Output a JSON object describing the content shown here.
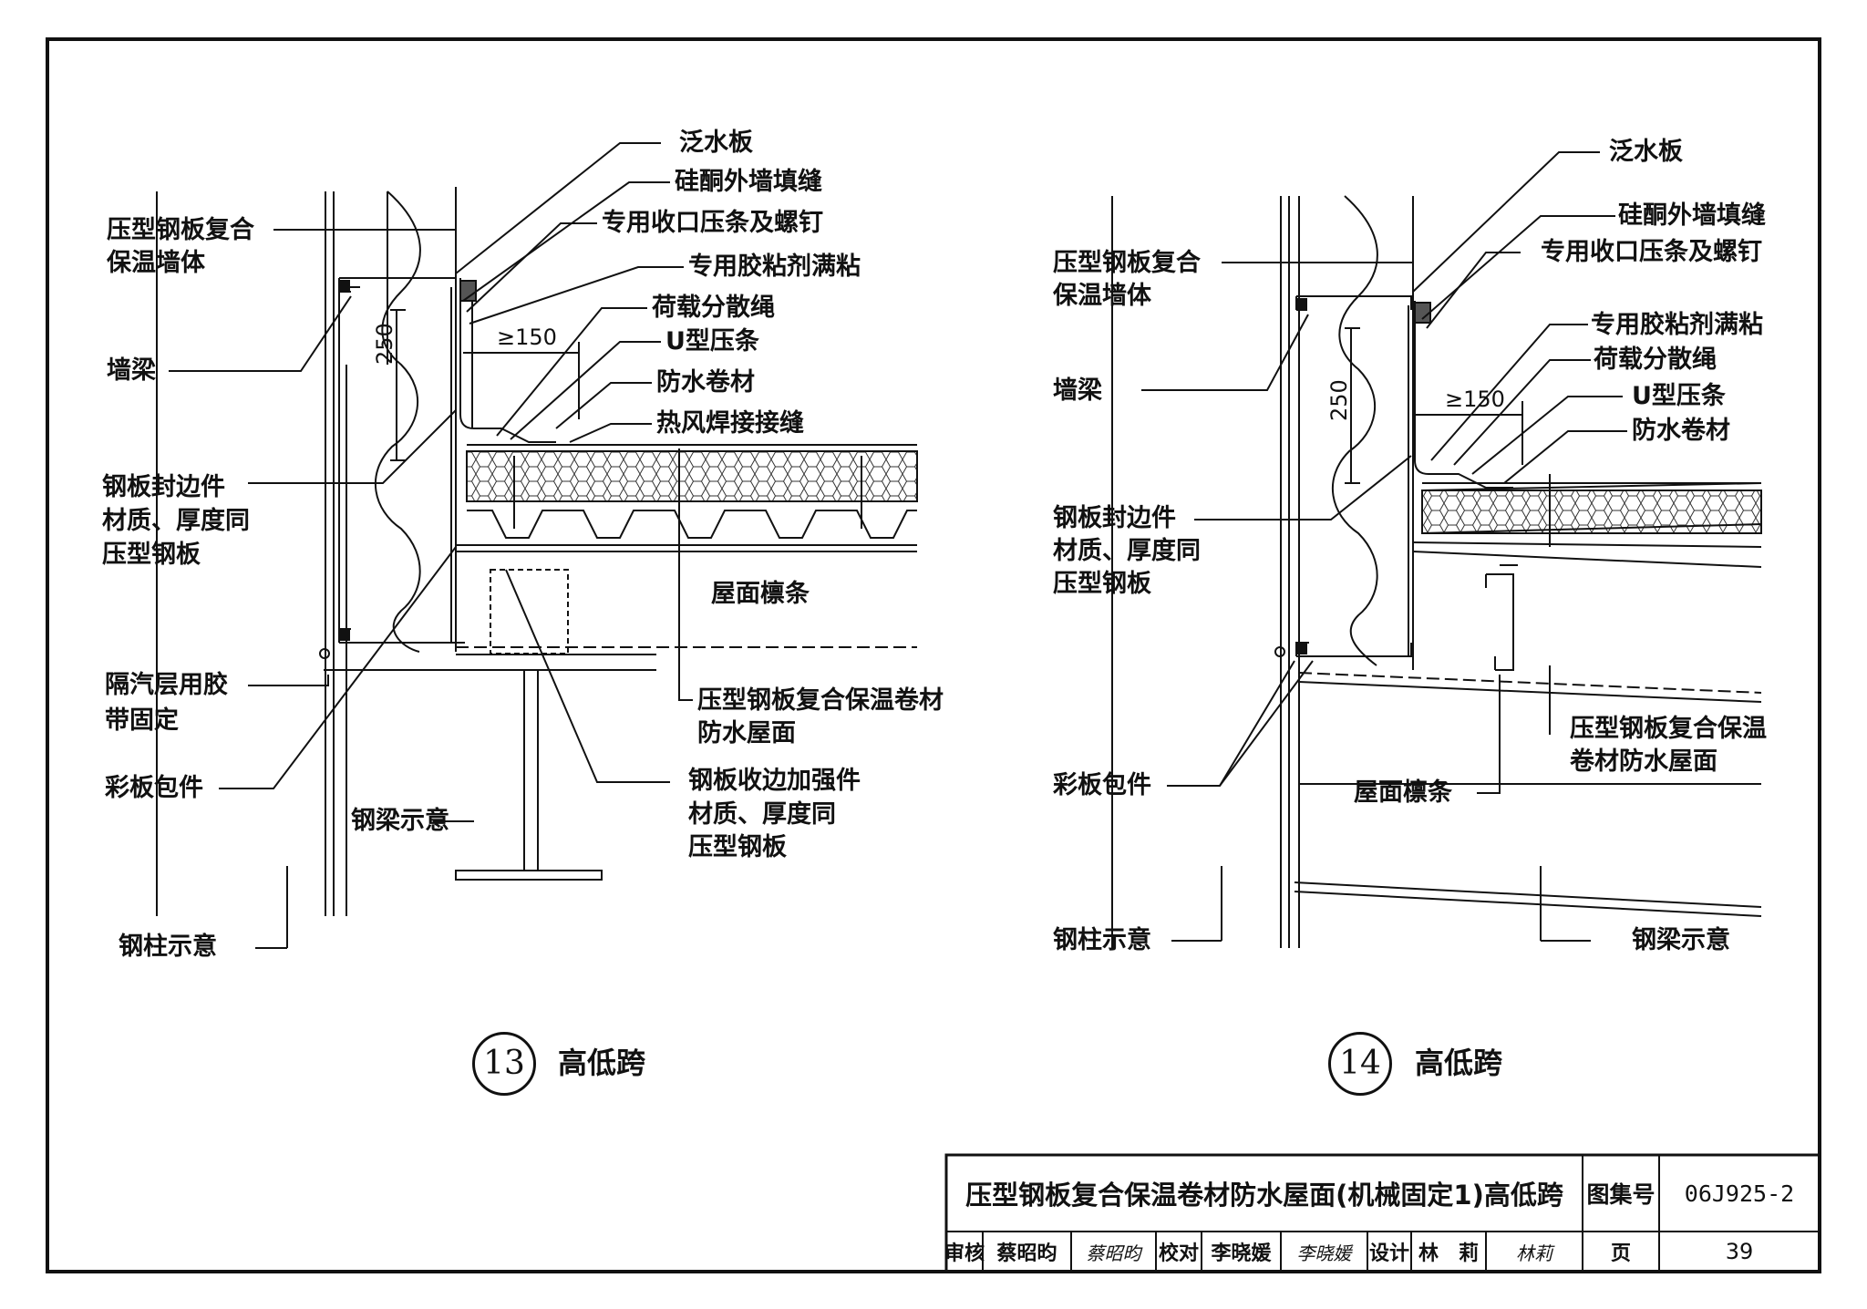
{
  "detail13": {
    "number": "13",
    "caption": "高低跨",
    "labels": {
      "flashing": "泛水板",
      "silicone_seal": "硅酮外墙填缝",
      "closure_strip": "专用收口压条及螺钉",
      "adhesive": "专用胶粘剂满粘",
      "load_rope": "荷载分散绳",
      "u_strip": "U型压条",
      "membrane": "防水卷材",
      "weld_seam": "热风焊接接缝",
      "wall_line1": "压型钢板复合",
      "wall_line2": "保温墙体",
      "wall_beam": "墙梁",
      "edge_line1": "钢板封边件",
      "edge_line2": "材质、厚度同",
      "edge_line3": "压型钢板",
      "purlin": "屋面檩条",
      "vapor_line1": "隔汽层用胶",
      "vapor_line2": "带固定",
      "roof_line1": "压型钢板复合保温卷材",
      "roof_line2": "防水屋面",
      "cladding": "彩板包件",
      "steel_beam": "钢梁示意",
      "stiff_line1": "钢板收边加强件",
      "stiff_line2": "材质、厚度同",
      "stiff_line3": "压型钢板",
      "steel_column": "钢柱示意"
    },
    "dims": {
      "upstand": "≥150",
      "height": "250"
    }
  },
  "detail14": {
    "number": "14",
    "caption": "高低跨",
    "labels": {
      "flashing": "泛水板",
      "silicone_seal": "硅酮外墙填缝",
      "closure_strip": "专用收口压条及螺钉",
      "adhesive": "专用胶粘剂满粘",
      "load_rope": "荷载分散绳",
      "u_strip": "U型压条",
      "membrane": "防水卷材",
      "wall_line1": "压型钢板复合",
      "wall_line2": "保温墙体",
      "wall_beam": "墙梁",
      "edge_line1": "钢板封边件",
      "edge_line2": "材质、厚度同",
      "edge_line3": "压型钢板",
      "roof_line1": "压型钢板复合保温",
      "roof_line2": "卷材防水屋面",
      "cladding": "彩板包件",
      "purlin": "屋面檩条",
      "steel_column": "钢柱示意",
      "steel_beam": "钢梁示意"
    },
    "dims": {
      "upstand": "≥150",
      "height": "250"
    }
  },
  "title_block": {
    "title": "压型钢板复合保温卷材防水屋面(机械固定1)高低跨",
    "atlas_label": "图集号",
    "atlas_no": "06J925-2",
    "review_label": "审核",
    "reviewer": "蔡昭昀",
    "reviewer_sig": "蔡昭昀",
    "check_label": "校对",
    "checker": "李晓媛",
    "checker_sig": "李晓媛",
    "design_label": "设计",
    "designer": "林　莉",
    "designer_sig": "林莉",
    "page_label": "页",
    "page_no": "39"
  }
}
